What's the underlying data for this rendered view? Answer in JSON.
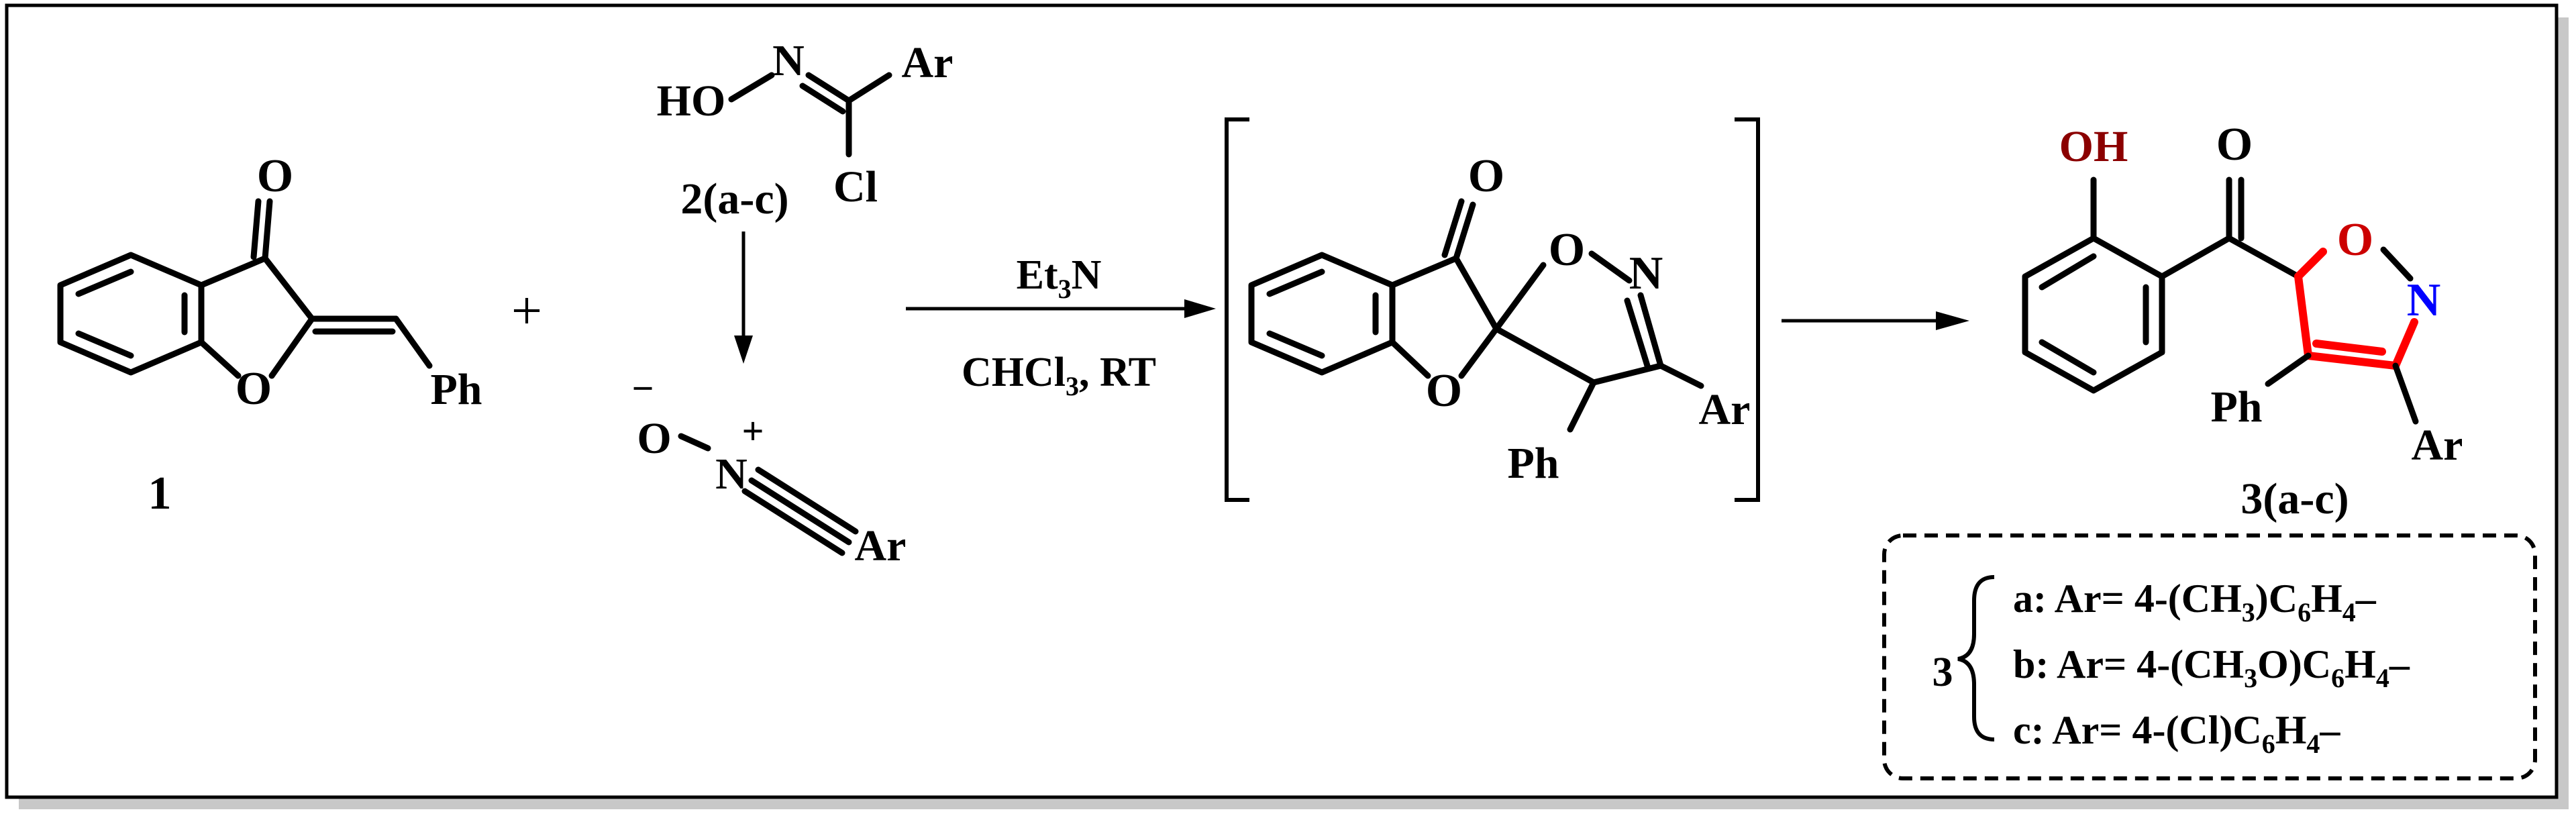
{
  "compound_1": {
    "number": "1",
    "carbonyl_o": "O",
    "ring_o": "O",
    "substituent": "Ph"
  },
  "plus_sign": "+",
  "compound_2": {
    "hydroxyl": "HO",
    "imine_n": "N",
    "aryl": "Ar",
    "chloro": "Cl",
    "label": "2(a-c)"
  },
  "nitrile_oxide": {
    "oxygen": "O",
    "oxygen_charge": "−",
    "nitrogen": "N",
    "nitrogen_charge": "+",
    "aryl": "Ar"
  },
  "reagents": {
    "base_main": "Et",
    "base_sub": "3",
    "base_tail": "N",
    "solvent_main": "CHCl",
    "solvent_sub": "3",
    "solvent_tail": ", RT"
  },
  "intermediate": {
    "carbonyl_o": "O",
    "ring_o_furan": "O",
    "isoxazoline_o": "O",
    "isoxazoline_n": "N",
    "aryl": "Ar",
    "phenyl": "Ph"
  },
  "product": {
    "hydroxyl": "OH",
    "carbonyl_o": "O",
    "ring_o": "O",
    "ring_n": "N",
    "phenyl": "Ph",
    "aryl": "Ar",
    "label": "3(a-c)"
  },
  "legend": {
    "compound_number": "3",
    "entries": [
      {
        "key": "a",
        "text": ": Ar= 4-(CH",
        "sub1": "3",
        "mid": ")C",
        "sub2": "6",
        "mid2": "H",
        "sub3": "4",
        "tail": "–"
      },
      {
        "key": "b",
        "text": ": Ar= 4-(CH",
        "sub1": "3",
        "mid": "O)C",
        "sub2": "6",
        "mid2": "H",
        "sub3": "4",
        "tail": "–"
      },
      {
        "key": "c",
        "text": ": Ar= 4-(Cl)C",
        "sub1": "6",
        "mid": "H",
        "sub2": "4",
        "mid2": "",
        "sub3": "",
        "tail": "–"
      }
    ]
  },
  "colors": {
    "black": "#000000",
    "hydroxyl_red": "#8b0000",
    "isoxazole_red": "#ff0000",
    "ring_o_red": "#cc0000",
    "ring_n_blue": "#0000ff",
    "shadow": "#c8c8c8"
  }
}
